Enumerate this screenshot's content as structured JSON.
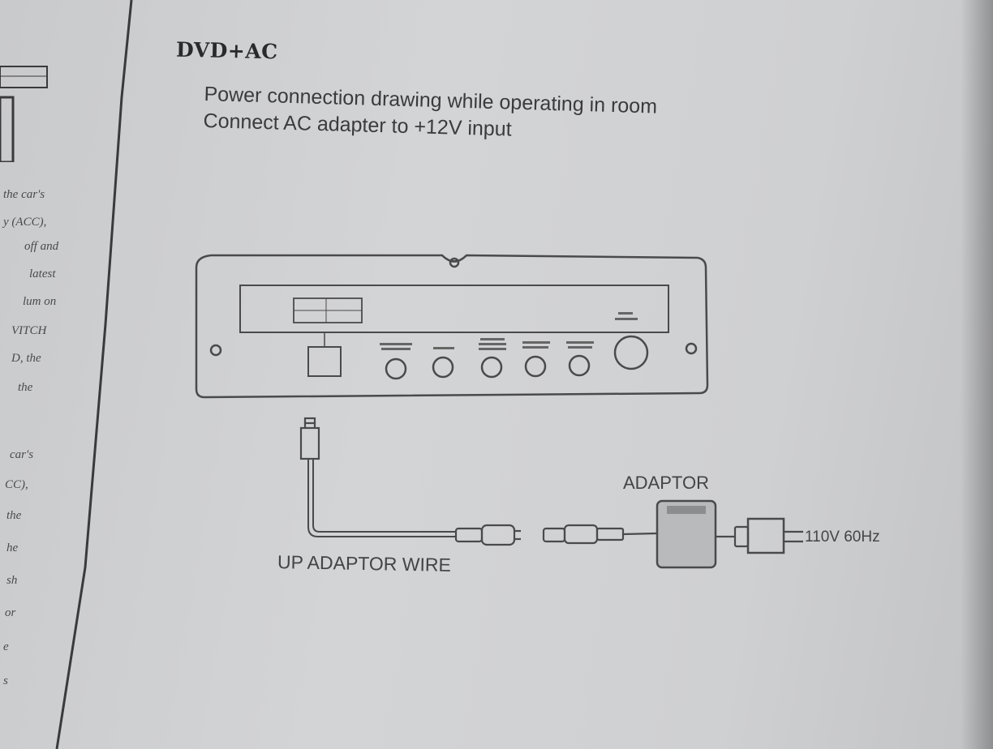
{
  "left_column": {
    "lines": [
      "the car's",
      "y (ACC),",
      "off and",
      "latest",
      "lum on",
      "VITCH",
      "D, the",
      "the",
      "car's",
      "CC),",
      "the",
      "he",
      "sh",
      "or",
      "e",
      "s"
    ]
  },
  "heading": "DVD+AC",
  "subtitle": {
    "line1": "Power connection drawing while operating in room",
    "line2": "Connect AC adapter to +12V input"
  },
  "diagram": {
    "adaptor_label": "ADAPTOR",
    "wire_label": "UP ADAPTOR WIRE",
    "voltage_label": "110V  60Hz"
  }
}
